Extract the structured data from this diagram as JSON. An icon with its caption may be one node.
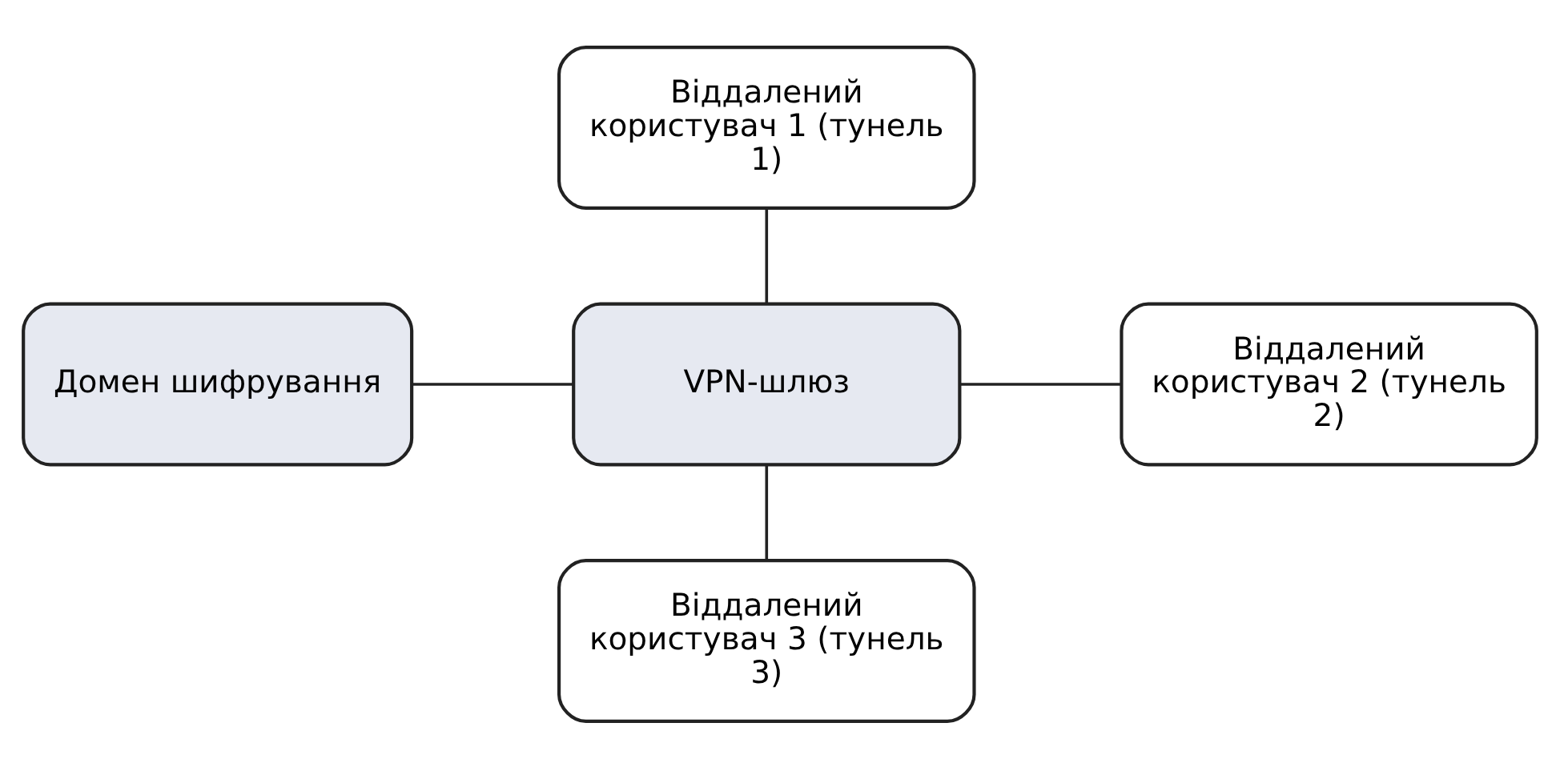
{
  "diagram": {
    "nodes": [
      {
        "text": [
          "Віддалений користувач 1 (тунель 1)"
        ]
      },
      {
        "text": [
          "Домен шифрування"
        ]
      },
      {
        "text": [
          "VPN-шлюз"
        ]
      },
      {
        "text": [
          "Віддалений користувач 2 (тунель 2)"
        ]
      },
      {
        "text": [
          "Віддалений користувач 3 (тунель 3)"
        ]
      }
    ],
    "edges": [
      {
        "from": 1,
        "to": 2,
        "arrow": "none"
      },
      {
        "from": 2,
        "to": 0,
        "arrow": "none"
      },
      {
        "from": 2,
        "to": 3,
        "arrow": "none"
      },
      {
        "from": 2,
        "to": 4,
        "arrow": "none"
      }
    ]
  }
}
